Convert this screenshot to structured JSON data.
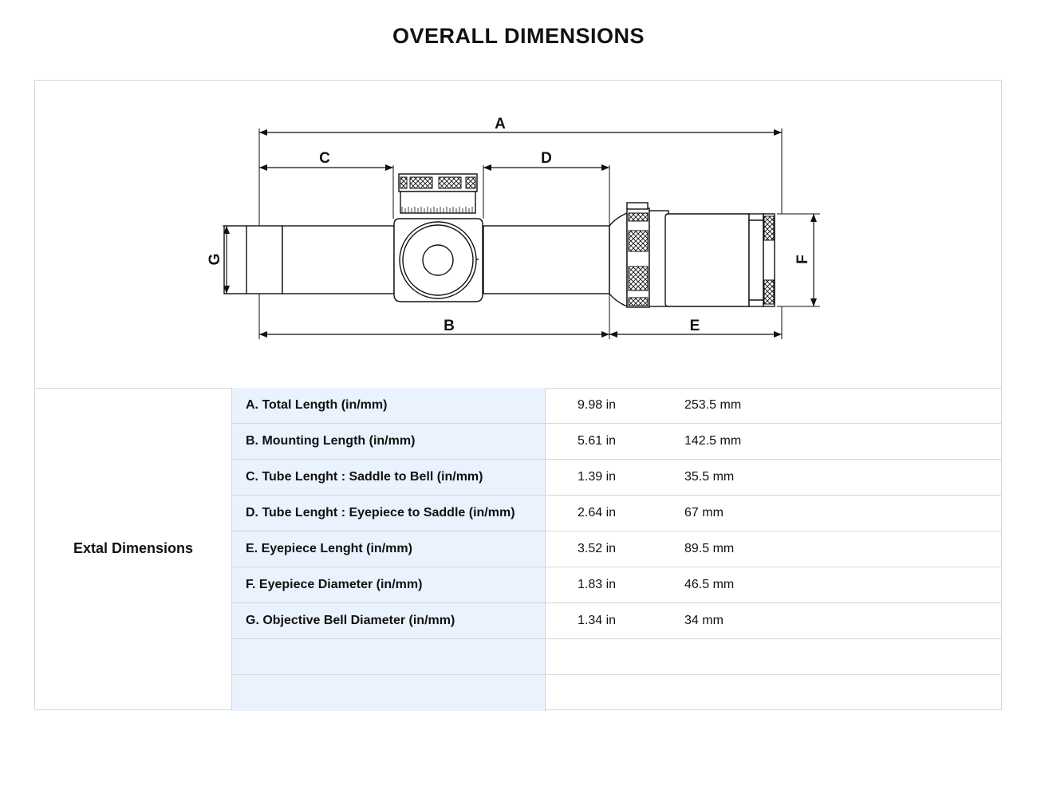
{
  "page": {
    "title": "OVERALL DIMENSIONS"
  },
  "diagram": {
    "dimension_letters": {
      "a": "A",
      "b": "B",
      "c": "C",
      "d": "D",
      "e": "E",
      "f": "F",
      "g": "G"
    }
  },
  "table": {
    "section_label": "Extal Dimensions",
    "rows": [
      {
        "label": "A.  Total Length   (in/mm)",
        "inch": "9.98  in",
        "mm": "253.5  mm"
      },
      {
        "label": "B.  Mounting Length  (in/mm)",
        "inch": "5.61  in",
        "mm": "142.5   mm"
      },
      {
        "label": "C.  Tube Lenght : Saddle to Bell  (in/mm)",
        "inch": "1.39  in",
        "mm": "35.5   mm"
      },
      {
        "label": "D.  Tube Lenght : Eyepiece to Saddle  (in/mm)",
        "inch": "2.64  in",
        "mm": "67   mm"
      },
      {
        "label": "E.  Eyepiece Lenght  (in/mm)",
        "inch": "3.52  in",
        "mm": "89.5   mm"
      },
      {
        "label": "F.  Eyepiece Diameter  (in/mm)",
        "inch": "1.83  in",
        "mm": "46.5   mm"
      },
      {
        "label": "G.  Objective Bell Diameter  (in/mm)",
        "inch": "1.34  in",
        "mm": "34   mm"
      },
      {
        "label": "",
        "inch": "",
        "mm": ""
      },
      {
        "label": "",
        "inch": "",
        "mm": ""
      }
    ]
  }
}
